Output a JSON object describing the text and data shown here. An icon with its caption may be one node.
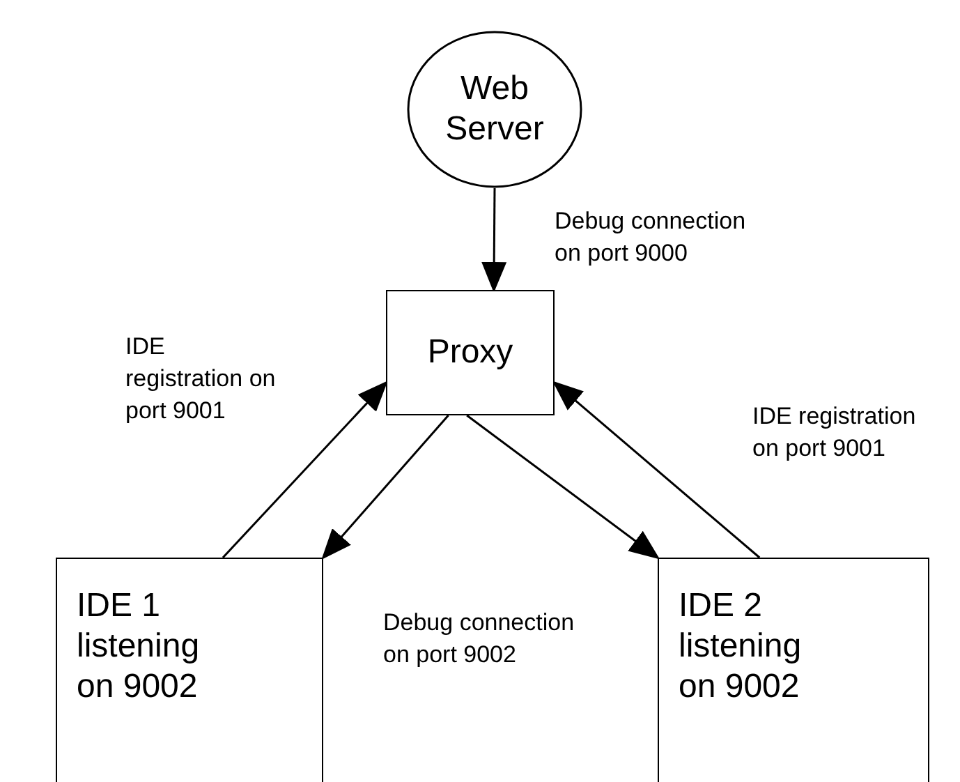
{
  "diagram": {
    "nodes": [
      {
        "text": [
          "Web Server"
        ]
      },
      {
        "text": [
          "Proxy"
        ]
      },
      {
        "text": [
          "IDE 1 listening on 9002"
        ]
      },
      {
        "text": [
          "IDE 2 listening on 9002"
        ]
      }
    ],
    "edges": [
      {
        "from": 0,
        "to": 1,
        "arrow": "to",
        "label": "Debug connection on port 9000"
      },
      {
        "from": 2,
        "to": 1,
        "arrow": "to",
        "label": "IDE registration on port 9001"
      },
      {
        "from": 1,
        "to": 2,
        "arrow": "to"
      },
      {
        "from": 1,
        "to": 3,
        "arrow": "to"
      },
      {
        "from": 3,
        "to": 1,
        "arrow": "to",
        "label": "IDE registration on port 9001"
      }
    ],
    "labels": [
      "Debug connection on port 9002"
    ]
  }
}
